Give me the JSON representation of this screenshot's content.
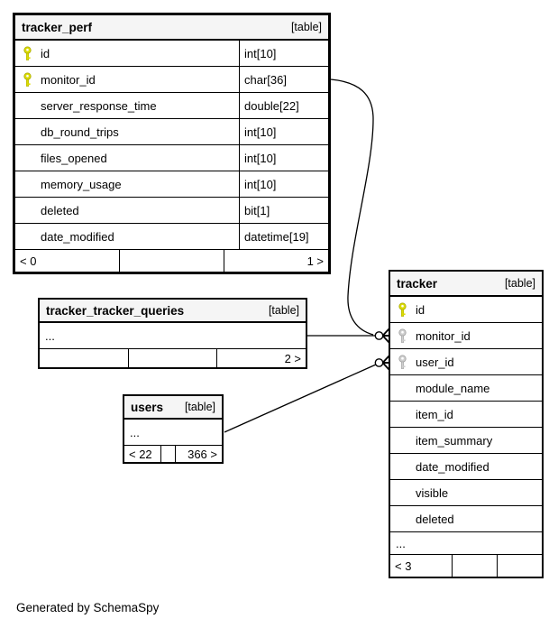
{
  "diagram": {
    "generator_note": "Generated by SchemaSpy"
  },
  "colors": {
    "background": "#ffffff",
    "table_header_bg": "#f5f5f5",
    "border": "#000000",
    "primary_key": "#dcdc00",
    "foreign_key": "#cfcfcf",
    "edge": "#000000"
  },
  "tables": {
    "tracker_perf": {
      "name": "tracker_perf",
      "tag": "[table]",
      "columns": [
        {
          "name": "id",
          "type": "int[10]",
          "key": "primary"
        },
        {
          "name": "monitor_id",
          "type": "char[36]",
          "key": "primary"
        },
        {
          "name": "server_response_time",
          "type": "double[22]",
          "key": ""
        },
        {
          "name": "db_round_trips",
          "type": "int[10]",
          "key": ""
        },
        {
          "name": "files_opened",
          "type": "int[10]",
          "key": ""
        },
        {
          "name": "memory_usage",
          "type": "int[10]",
          "key": ""
        },
        {
          "name": "deleted",
          "type": "bit[1]",
          "key": ""
        },
        {
          "name": "date_modified",
          "type": "datetime[19]",
          "key": ""
        }
      ],
      "footer": {
        "left": "< 0",
        "middle": "",
        "right": "1 >"
      }
    },
    "tracker_tracker_queries": {
      "name": "tracker_tracker_queries",
      "tag": "[table]",
      "ellipsis": "...",
      "footer": {
        "left": "",
        "middle": "",
        "right": "2 >"
      }
    },
    "users": {
      "name": "users",
      "tag": "[table]",
      "ellipsis": "...",
      "footer": {
        "left": "< 22",
        "middle": "",
        "right": "366 >"
      }
    },
    "tracker": {
      "name": "tracker",
      "tag": "[table]",
      "columns": [
        {
          "name": "id",
          "key": "primary"
        },
        {
          "name": "monitor_id",
          "key": "foreign"
        },
        {
          "name": "user_id",
          "key": "foreign"
        },
        {
          "name": "module_name",
          "key": ""
        },
        {
          "name": "item_id",
          "key": ""
        },
        {
          "name": "item_summary",
          "key": ""
        },
        {
          "name": "date_modified",
          "key": ""
        },
        {
          "name": "visible",
          "key": ""
        },
        {
          "name": "deleted",
          "key": ""
        }
      ],
      "ellipsis": "...",
      "footer": {
        "left": "< 3",
        "middle": "",
        "right": ""
      }
    }
  },
  "relationships": [
    {
      "from": "tracker_perf.monitor_id",
      "to": "tracker.monitor_id",
      "cardinality": "zero-or-many"
    },
    {
      "from": "tracker_tracker_queries",
      "to": "tracker.monitor_id",
      "cardinality": "zero-or-many"
    },
    {
      "from": "users",
      "to": "tracker.user_id",
      "cardinality": "zero-or-many"
    }
  ]
}
